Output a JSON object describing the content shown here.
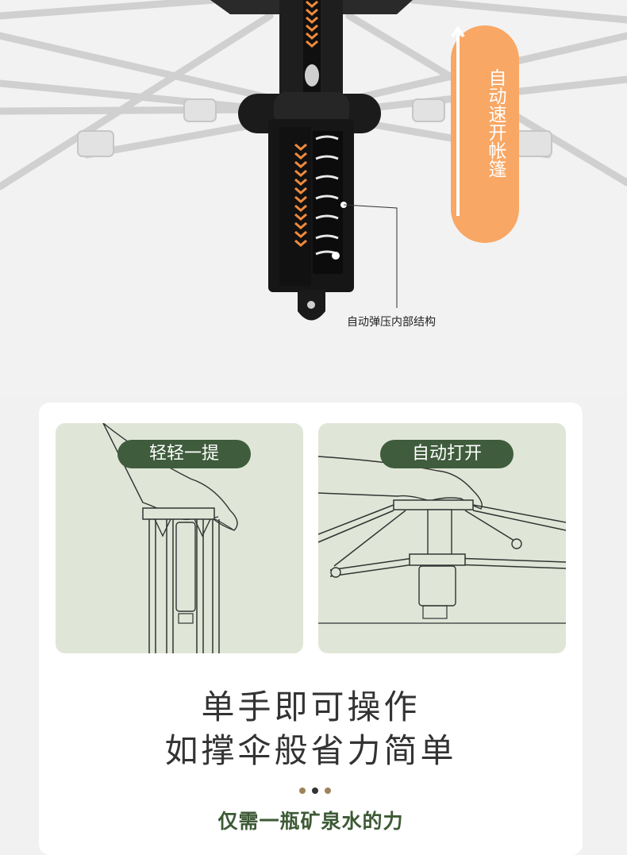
{
  "top": {
    "badge_text": "自动速开帐篷",
    "callout_label": "自动弹压内部结构"
  },
  "card": {
    "panels": [
      {
        "label": "轻轻一提"
      },
      {
        "label": "自动打开"
      }
    ],
    "heading_line1": "单手即可操作",
    "heading_line2": "如撑伞般省力简单",
    "subheading": "仅需一瓶矿泉水的力"
  },
  "colors": {
    "accent_orange": "#f8a764",
    "pill_green": "#3f5c3c",
    "panel_bg": "#dfe6d7",
    "subheading_green": "#3d5a35",
    "dot_brown": "#a0825a",
    "dot_dark": "#333333"
  }
}
